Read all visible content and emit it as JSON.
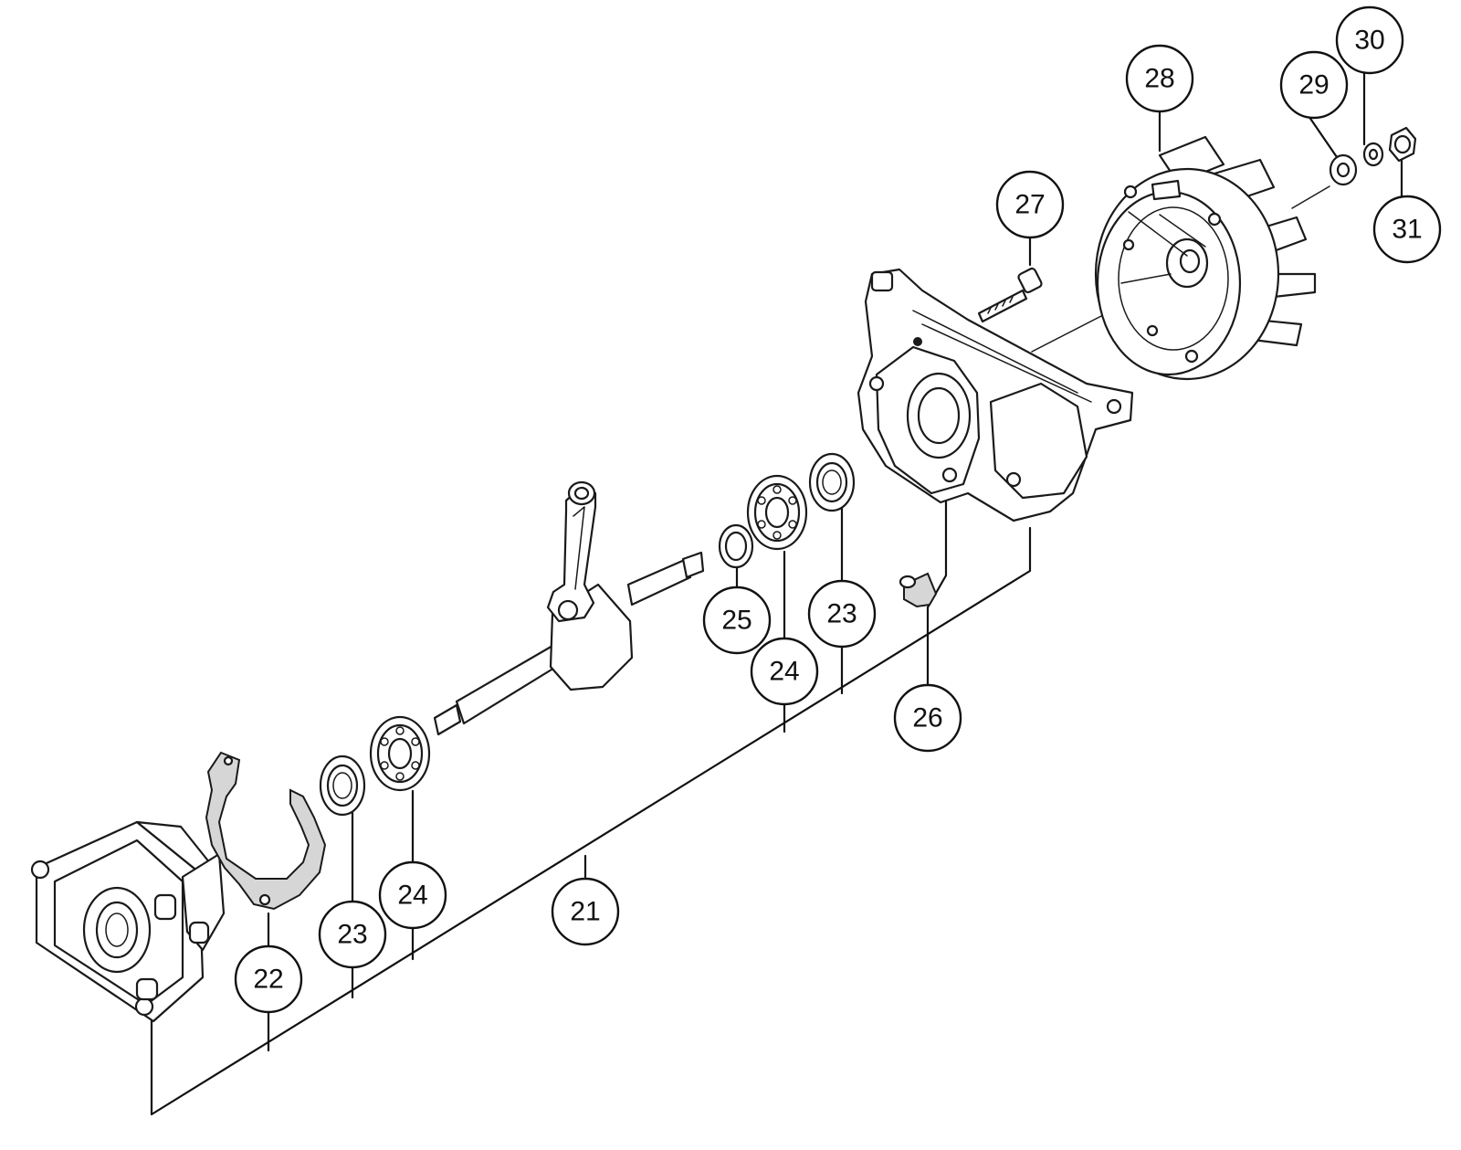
{
  "diagram": {
    "callouts": [
      {
        "id": "c21",
        "label": "21"
      },
      {
        "id": "c22",
        "label": "22"
      },
      {
        "id": "c23a",
        "label": "23"
      },
      {
        "id": "c24a",
        "label": "24"
      },
      {
        "id": "c25",
        "label": "25"
      },
      {
        "id": "c24b",
        "label": "24"
      },
      {
        "id": "c23b",
        "label": "23"
      },
      {
        "id": "c26",
        "label": "26"
      },
      {
        "id": "c27",
        "label": "27"
      },
      {
        "id": "c28",
        "label": "28"
      },
      {
        "id": "c29",
        "label": "29"
      },
      {
        "id": "c30",
        "label": "30"
      },
      {
        "id": "c31",
        "label": "31"
      }
    ]
  }
}
